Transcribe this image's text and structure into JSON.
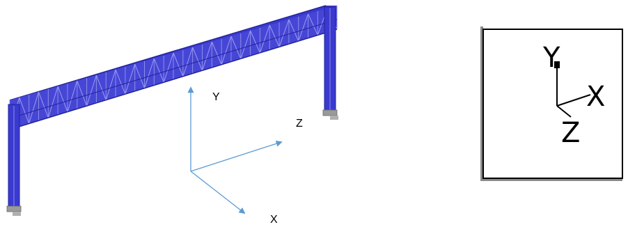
{
  "colors": {
    "truss": "#3a3ad0",
    "truss_dark": "#23239a",
    "truss_light": "#8f8fe8",
    "support": "#9a9a9a",
    "axis_arrow": "#5b9bd5",
    "triad_frame": "#000000",
    "triad_shadow": "#8a8a8a"
  },
  "global_axes": {
    "y_label": "Y",
    "z_label": "Z",
    "x_label": "X"
  },
  "view_triad": {
    "y_label": "Y",
    "x_label": "X",
    "z_label": "Z"
  }
}
